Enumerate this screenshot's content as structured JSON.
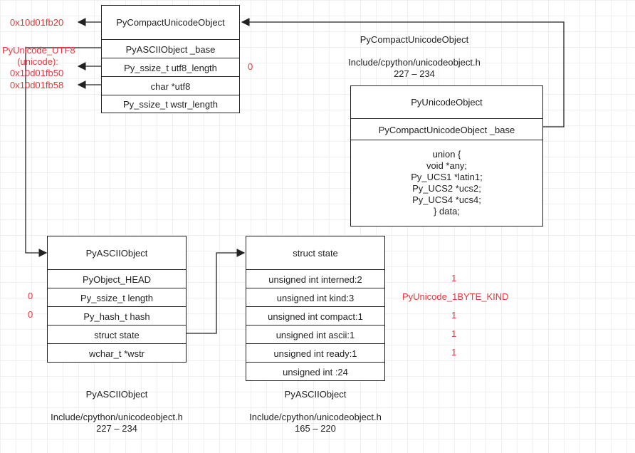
{
  "compact": {
    "title": "PyCompactUnicodeObject",
    "fields": [
      "PyASCIIObject _base",
      "Py_ssize_t utf8_length",
      "char *utf8",
      "Py_ssize_t wstr_length"
    ],
    "ann_title": "PyCompactUnicodeObject",
    "ann_file": "Include/cpython/unicodeobject.h",
    "ann_lines": "227 – 234",
    "val_pointer": "0x10d01fb20",
    "val_utf8_length": "0",
    "utf8_name": "PyUnicode_UTF8",
    "utf8_sub": "(unicode):",
    "val_utf8_a": "0x10d01fb50",
    "val_utf8_b": "0x10d01fb58"
  },
  "unicode": {
    "title": "PyUnicodeObject",
    "base": "PyCompactUnicodeObject _base",
    "union_lines": [
      "union {",
      "void *any;",
      "Py_UCS1 *latin1;",
      "Py_UCS2 *ucs2;",
      "Py_UCS4 *ucs4;",
      "} data;"
    ]
  },
  "ascii": {
    "title": "PyASCIIObject",
    "fields": [
      "PyObject_HEAD",
      "Py_ssize_t length",
      "Py_hash_t hash",
      "struct state",
      "wchar_t *wstr"
    ],
    "val_length": "0",
    "val_hash": "0",
    "ann_title": "PyASCIIObject",
    "ann_file": "Include/cpython/unicodeobject.h",
    "ann_lines": "227 – 234"
  },
  "state": {
    "title": "struct state",
    "fields": [
      "unsigned int interned:2",
      "unsigned int kind:3",
      "unsigned int compact:1",
      "unsigned int ascii:1",
      "unsigned int ready:1",
      "unsigned int :24"
    ],
    "values": [
      "1",
      "PyUnicode_1BYTE_KIND",
      "1",
      "1",
      "1"
    ],
    "ann_title": "PyASCIIObject",
    "ann_file": "Include/cpython/unicodeobject.h",
    "ann_lines": "165 – 220"
  },
  "colors": {
    "accent_red": "#e8363a",
    "line": "#222222",
    "grid": "#f0f0f0"
  }
}
